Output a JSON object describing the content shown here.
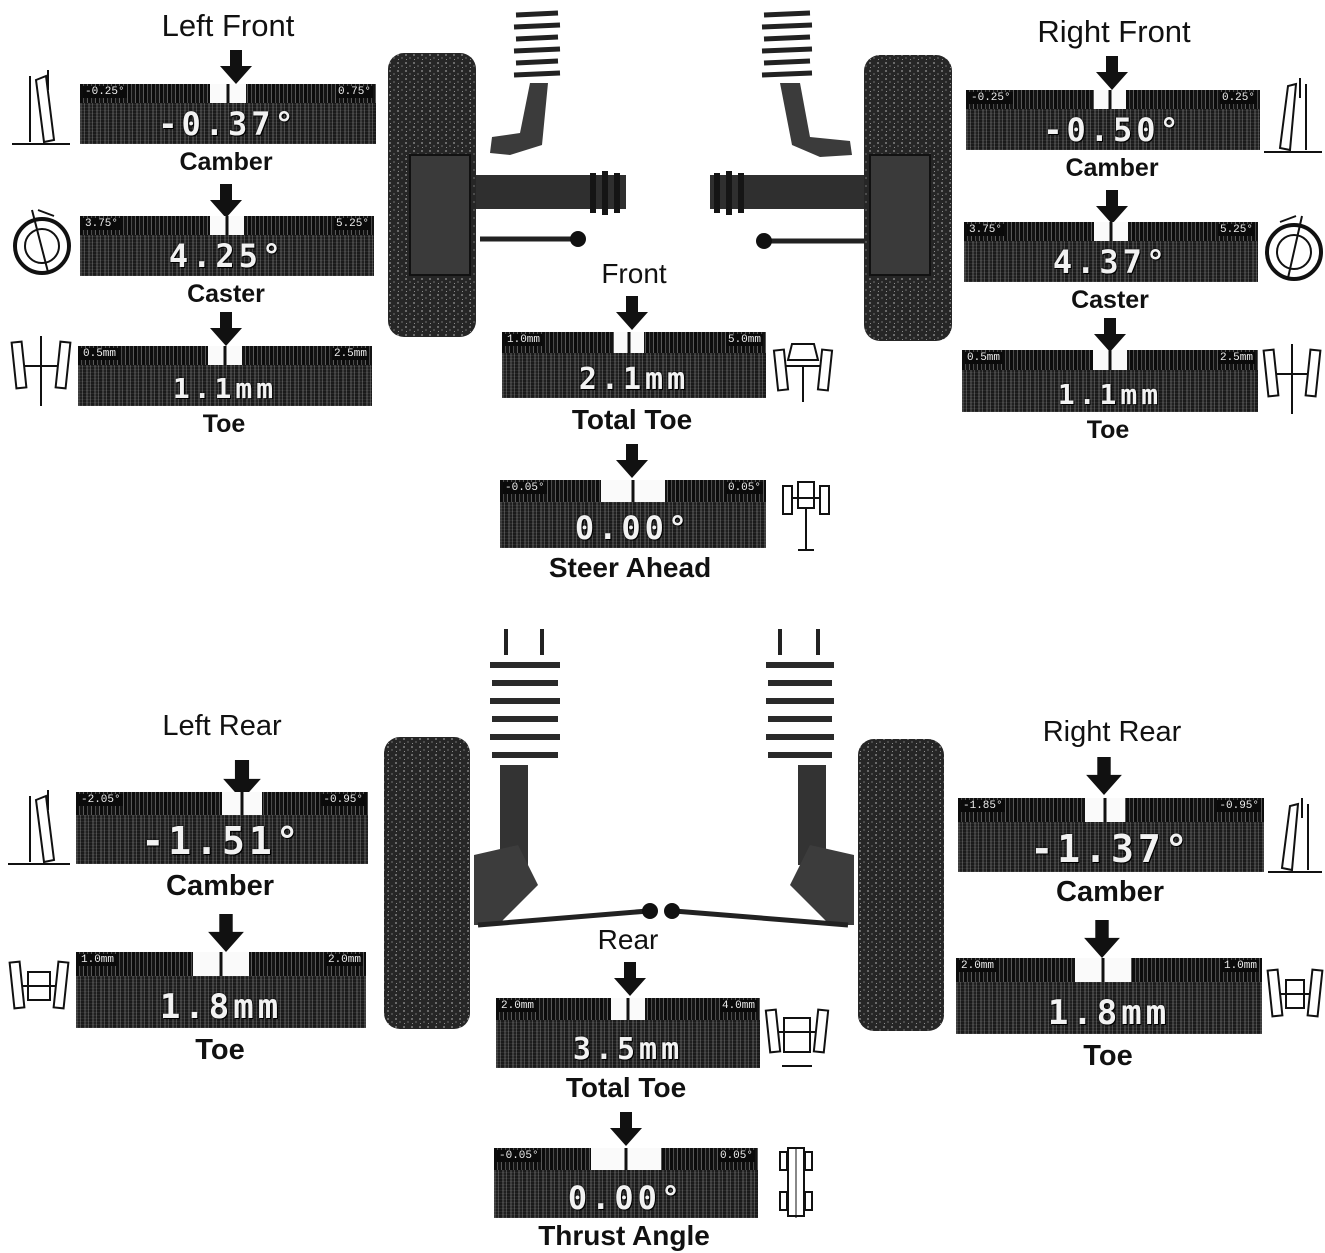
{
  "front": {
    "left": {
      "title": "Left Front",
      "camber": {
        "label": "Camber",
        "value": "-0.37°",
        "min": "-0.25°",
        "max": "0.75°"
      },
      "caster": {
        "label": "Caster",
        "value": "4.25°",
        "min": "3.75°",
        "max": "5.25°"
      },
      "toe": {
        "label": "Toe",
        "value": "1.1mm",
        "min": "0.5mm",
        "max": "2.5mm"
      }
    },
    "right": {
      "title": "Right Front",
      "camber": {
        "label": "Camber",
        "value": "-0.50°",
        "min": "-0.25°",
        "max": "0.25°"
      },
      "caster": {
        "label": "Caster",
        "value": "4.37°",
        "min": "3.75°",
        "max": "5.25°"
      },
      "toe": {
        "label": "Toe",
        "value": "1.1mm",
        "min": "0.5mm",
        "max": "2.5mm"
      }
    },
    "center": {
      "title": "Front",
      "total_toe": {
        "label": "Total Toe",
        "value": "2.1mm",
        "min": "1.0mm",
        "max": "5.0mm"
      },
      "steer": {
        "label": "Steer Ahead",
        "value": "0.00°",
        "min": "-0.05°",
        "max": "0.05°"
      }
    }
  },
  "rear": {
    "left": {
      "title": "Left Rear",
      "camber": {
        "label": "Camber",
        "value": "-1.51°",
        "min": "-2.05°",
        "max": "-0.95°"
      },
      "toe": {
        "label": "Toe",
        "value": "1.8mm",
        "min": "1.0mm",
        "max": "2.0mm"
      }
    },
    "right": {
      "title": "Right Rear",
      "camber": {
        "label": "Camber",
        "value": "-1.37°",
        "min": "-1.85°",
        "max": "-0.95°"
      },
      "toe": {
        "label": "Toe",
        "value": "1.8mm",
        "min": "2.0mm",
        "max": "1.0mm"
      }
    },
    "center": {
      "title": "Rear",
      "total_toe": {
        "label": "Total Toe",
        "value": "3.5mm",
        "min": "2.0mm",
        "max": "4.0mm"
      },
      "thrust": {
        "label": "Thrust Angle",
        "value": "0.00°",
        "min": "-0.05°",
        "max": "0.05°"
      }
    }
  },
  "icons": {
    "camber": "camber-tilt-icon",
    "caster": "caster-wheel-icon",
    "toe": "toe-wheel-icon",
    "total_toe": "total-toe-axle-icon",
    "steer": "steer-ahead-icon",
    "thrust": "thrust-angle-icon"
  }
}
